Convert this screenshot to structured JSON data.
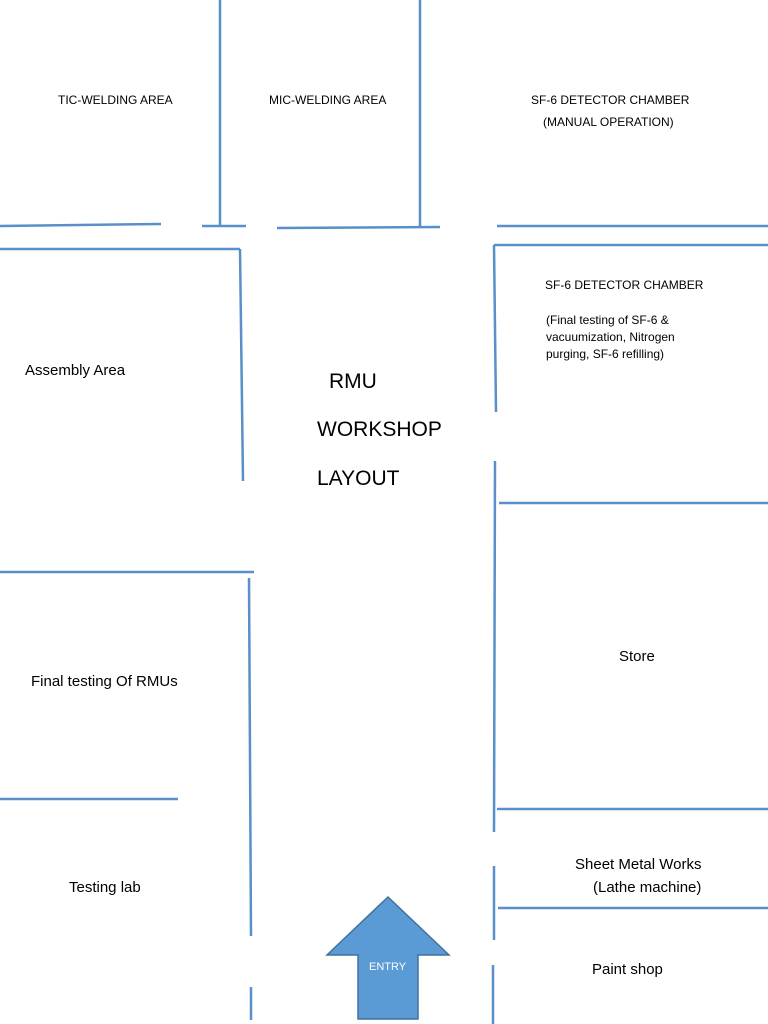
{
  "title": {
    "line1": "RMU",
    "line2": "WORKSHOP",
    "line3": "LAYOUT"
  },
  "rooms": {
    "tic_welding": "TIC-WELDING AREA",
    "mic_welding": "MIC-WELDING AREA",
    "sf6_manual": {
      "line1": "SF-6 DETECTOR CHAMBER",
      "line2": "(MANUAL OPERATION)"
    },
    "sf6_final": {
      "line1": "SF-6 DETECTOR CHAMBER",
      "line2": "(Final testing of SF-6 &",
      "line3": "vacuumization, Nitrogen",
      "line4": "purging, SF-6 refilling)"
    },
    "assembly": "Assembly Area",
    "store": "Store",
    "final_testing": "Final testing Of RMUs",
    "testing_lab": "Testing lab",
    "sheet_metal": {
      "line1": "Sheet Metal Works",
      "line2": "(Lathe machine)"
    },
    "paint_shop": "Paint shop"
  },
  "entry": {
    "label": "ENTRY"
  },
  "colors": {
    "wall": "#5b8fc9",
    "arrow_fill": "#5b9bd5",
    "arrow_stroke": "#41719c"
  }
}
